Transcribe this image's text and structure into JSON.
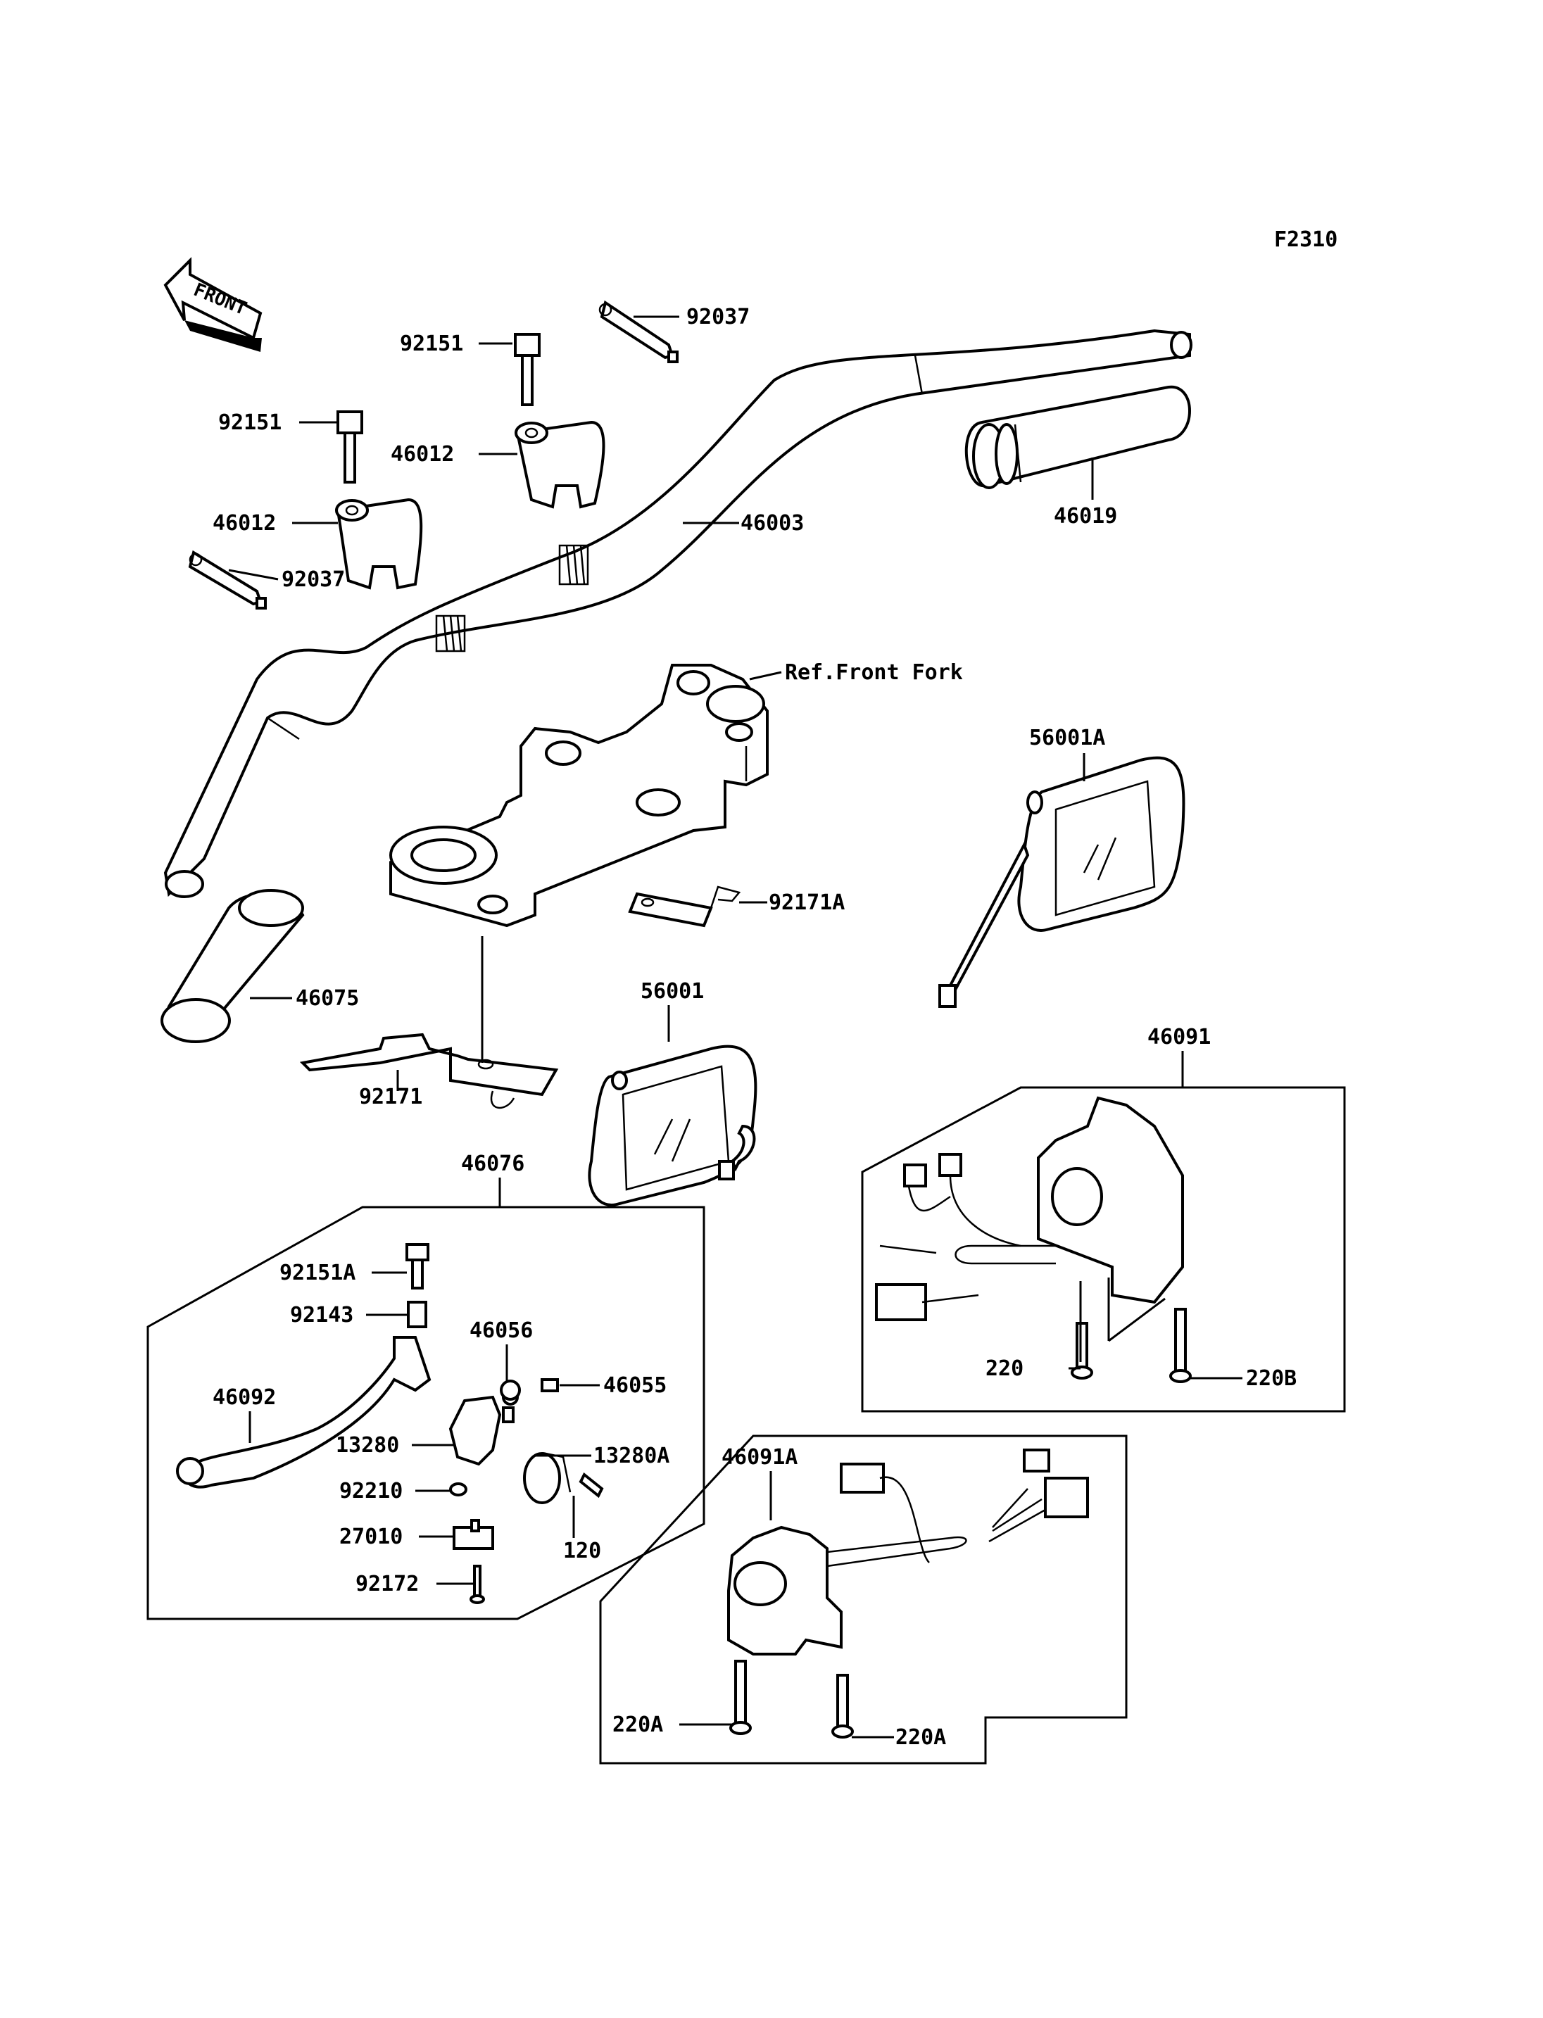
{
  "figure_code": "F2310",
  "front_text": "FRONT",
  "callouts": {
    "p92037_top": "92037",
    "p92151_top": "92151",
    "p92151_left": "92151",
    "p46012_top": "46012",
    "p46012_left": "46012",
    "p92037_left": "92037",
    "p46003": "46003",
    "p46019": "46019",
    "ref_front_fork": "Ref.Front Fork",
    "p56001A": "56001A",
    "p92171A": "92171A",
    "p46075": "46075",
    "p56001": "56001",
    "p92171": "92171",
    "p46091": "46091",
    "p46076": "46076",
    "p92151A": "92151A",
    "p92143": "92143",
    "p46056": "46056",
    "p46055": "46055",
    "p46092": "46092",
    "p13280": "13280",
    "p13280A": "13280A",
    "p92210": "92210",
    "p27010": "27010",
    "p120": "120",
    "p92172": "92172",
    "p220": "220",
    "p220B": "220B",
    "p46091A": "46091A",
    "p220A_left": "220A",
    "p220A_right": "220A"
  }
}
